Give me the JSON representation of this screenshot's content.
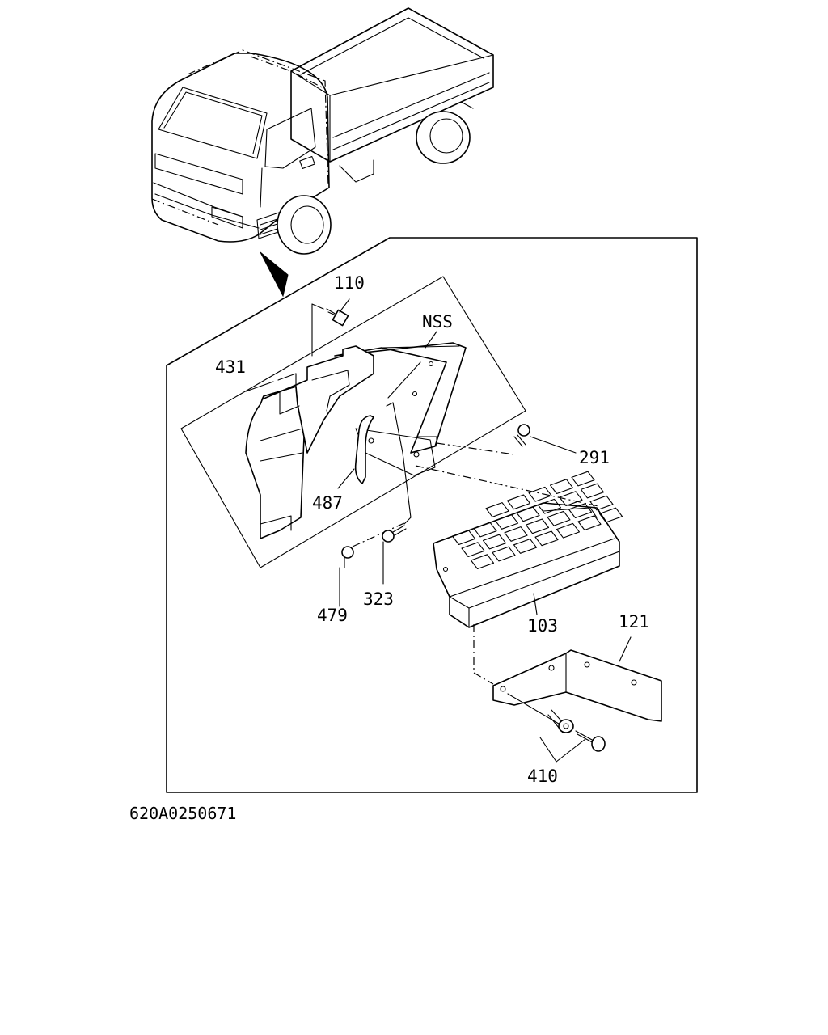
{
  "labels": {
    "p110": "110",
    "nss": "NSS",
    "p431": "431",
    "p291": "291",
    "p487": "487",
    "p479": "479",
    "p323": "323",
    "p103": "103",
    "p121": "121",
    "p410": "410"
  },
  "drawing_code": "620A0250671"
}
